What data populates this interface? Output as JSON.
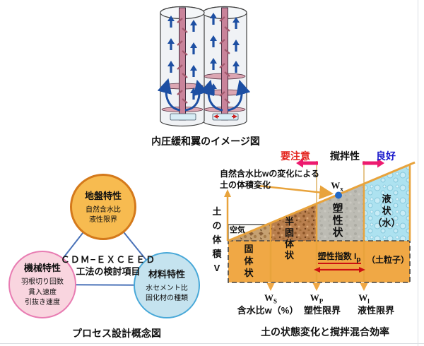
{
  "top_figure": {
    "caption": "内圧緩和翼のイメージ図"
  },
  "process_diagram": {
    "center_title": "ＣＤＭ−ＥＸＣＥＥＤ",
    "center_subtitle": "工法の検討項目",
    "ground_circle": {
      "title": "地盤特性",
      "details": "自然含水比\n液性限界"
    },
    "machine_circle": {
      "title": "機械特性",
      "details": "羽根切り回数\n貫入速度\n引抜き速度"
    },
    "material_circle": {
      "title": "材料特性",
      "details": "水セメント比\n固化材の種類"
    },
    "caption": "プロセス設計概念図"
  },
  "soil_diagram": {
    "label_caution": "要注意",
    "label_mixability": "撹拌性",
    "label_good": "良好",
    "annotation": "自然含水比wの変化による\n土の体積変化",
    "y_axis_label": "土\nの\n体\n積\nV",
    "region_air": "空気",
    "region_solid": "固\n体\n状",
    "region_semisolid": "半\n固\n体\n状",
    "region_plastic": "塑\n性\n状",
    "region_liquid": "液\n状\n（水）",
    "soil_particles": "（土粒子）",
    "plasticity_index": {
      "text": "塑性指数 I",
      "sub": "p"
    },
    "point_wx": {
      "symbol": "W",
      "sub": "x"
    },
    "point_ws": {
      "symbol": "W",
      "sub": "S"
    },
    "point_wp": {
      "symbol": "W",
      "sub": "P"
    },
    "point_wl": {
      "symbol": "W",
      "sub": "l"
    },
    "x_label_water_content": "含水比w（%）",
    "x_label_plastic_limit": "塑性限界",
    "x_label_liquid_limit": "液性限界",
    "caption": "土の状態変化と撹拌混合効率"
  },
  "colors": {
    "accent_orange": "#E8A33C",
    "band_orange": "#F0A845",
    "magenta_arrow": "#ED1A6F",
    "caution_red": "#E3241D",
    "good_blue": "#1A1ACC",
    "triangle_line_blue": "#4A72B8",
    "drill_arrow_blue": "#1D4FA3",
    "dot_blue": "#2268C6",
    "ground_fill": "#F7BB50",
    "ground_border": "#D4791B",
    "machine_fill": "#F9D5DF",
    "machine_border": "#E87CB2",
    "material_fill": "#C5E3EF",
    "material_border": "#48A8D8"
  }
}
